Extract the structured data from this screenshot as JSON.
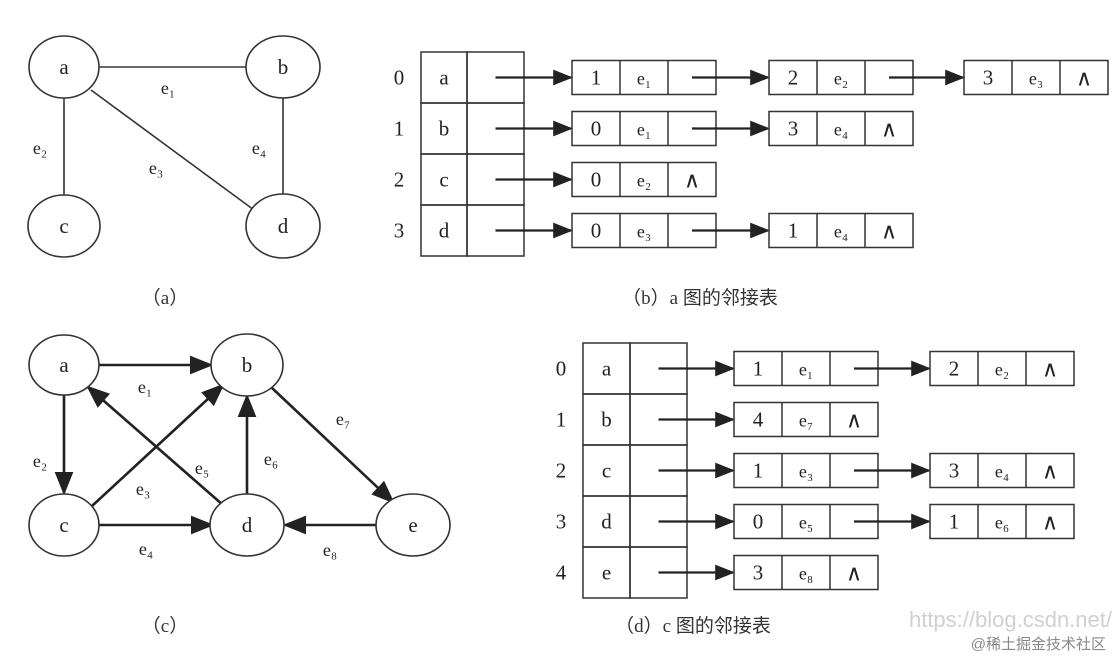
{
  "graph_a": {
    "nodes": {
      "a": "a",
      "b": "b",
      "c": "c",
      "d": "d"
    },
    "edges": {
      "e1": "e₁",
      "e2": "e₂",
      "e3": "e₃",
      "e4": "e₄"
    },
    "caption": "（a）"
  },
  "list_b": {
    "caption": "（b）a 图的邻接表",
    "rows": [
      {
        "index": "0",
        "vertex": "a",
        "nodes": [
          {
            "adj": "1",
            "edge": "e₁"
          },
          {
            "adj": "2",
            "edge": "e₂"
          },
          {
            "adj": "3",
            "edge": "e₃"
          }
        ]
      },
      {
        "index": "1",
        "vertex": "b",
        "nodes": [
          {
            "adj": "0",
            "edge": "e₁"
          },
          {
            "adj": "3",
            "edge": "e₄"
          }
        ]
      },
      {
        "index": "2",
        "vertex": "c",
        "nodes": [
          {
            "adj": "0",
            "edge": "e₂"
          }
        ]
      },
      {
        "index": "3",
        "vertex": "d",
        "nodes": [
          {
            "adj": "0",
            "edge": "e₃"
          },
          {
            "adj": "1",
            "edge": "e₄"
          }
        ]
      }
    ],
    "null_symbol": "∧"
  },
  "graph_c": {
    "nodes": {
      "a": "a",
      "b": "b",
      "c": "c",
      "d": "d",
      "e": "e"
    },
    "edges": {
      "e1": "e₁",
      "e2": "e₂",
      "e3": "e₃",
      "e4": "e₄",
      "e5": "e₅",
      "e6": "e₆",
      "e7": "e₇",
      "e8": "e₈"
    },
    "caption": "（c）"
  },
  "list_d": {
    "caption": "（d）c 图的邻接表",
    "rows": [
      {
        "index": "0",
        "vertex": "a",
        "nodes": [
          {
            "adj": "1",
            "edge": "e₁"
          },
          {
            "adj": "2",
            "edge": "e₂"
          }
        ]
      },
      {
        "index": "1",
        "vertex": "b",
        "nodes": [
          {
            "adj": "4",
            "edge": "e₇"
          }
        ]
      },
      {
        "index": "2",
        "vertex": "c",
        "nodes": [
          {
            "adj": "1",
            "edge": "e₃"
          },
          {
            "adj": "3",
            "edge": "e₄"
          }
        ]
      },
      {
        "index": "3",
        "vertex": "d",
        "nodes": [
          {
            "adj": "0",
            "edge": "e₅"
          },
          {
            "adj": "1",
            "edge": "e₆"
          }
        ]
      },
      {
        "index": "4",
        "vertex": "e",
        "nodes": [
          {
            "adj": "3",
            "edge": "e₈"
          }
        ]
      }
    ],
    "null_symbol": "∧"
  },
  "watermark": {
    "url": "https://blog.csdn.net/",
    "credit": "@稀土掘金技术社区"
  }
}
